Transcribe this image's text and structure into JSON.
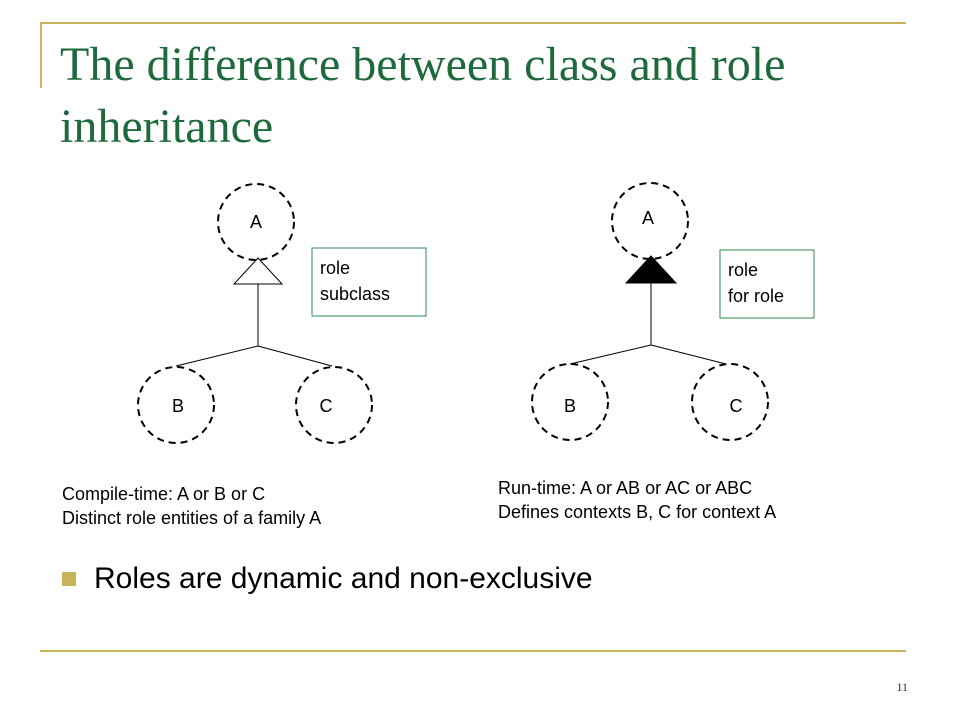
{
  "slide": {
    "title": "The difference between class and role inheritance",
    "page_number": "11",
    "bullet": "Roles are dynamic and non-exclusive",
    "colors": {
      "title": "#1e6a3c",
      "accent": "#c8b35a",
      "box_border": "#2e8b57"
    }
  },
  "diagram_left": {
    "nodes": {
      "a": "A",
      "b": "B",
      "c": "C"
    },
    "box": {
      "line1": "role",
      "line2": "subclass"
    },
    "caption": {
      "line1": "Compile-time: A or B or C",
      "line2": "Distinct role entities of a family A"
    },
    "arrow_style": "hollow-triangle"
  },
  "diagram_right": {
    "nodes": {
      "a": "A",
      "b": "B",
      "c": "C"
    },
    "box": {
      "line1": "role",
      "line2": "for role"
    },
    "caption": {
      "line1": "Run-time: A or AB or AC or ABC",
      "line2": "Defines contexts B, C for context A"
    },
    "arrow_style": "filled-triangle"
  }
}
